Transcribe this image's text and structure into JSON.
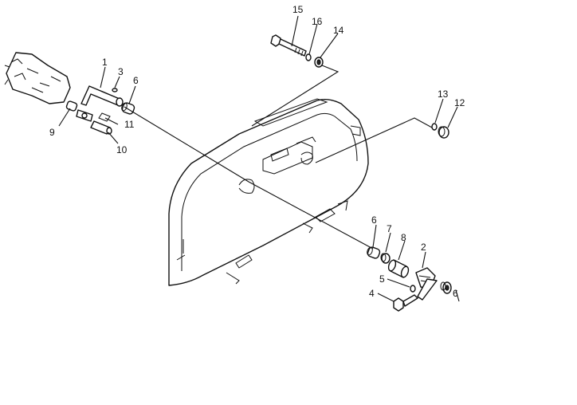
{
  "callouts": [
    {
      "id": "c1",
      "text": "1"
    },
    {
      "id": "c3",
      "text": "3"
    },
    {
      "id": "c6a",
      "text": "6"
    },
    {
      "id": "c9",
      "text": "9"
    },
    {
      "id": "c11",
      "text": "11"
    },
    {
      "id": "c10",
      "text": "10"
    },
    {
      "id": "c15",
      "text": "15"
    },
    {
      "id": "c16",
      "text": "16"
    },
    {
      "id": "c14",
      "text": "14"
    },
    {
      "id": "c13",
      "text": "13"
    },
    {
      "id": "c12",
      "text": "12"
    },
    {
      "id": "c6b",
      "text": "6"
    },
    {
      "id": "c7",
      "text": "7"
    },
    {
      "id": "c8",
      "text": "8"
    },
    {
      "id": "c2",
      "text": "2"
    },
    {
      "id": "c5",
      "text": "5"
    },
    {
      "id": "c4",
      "text": "4"
    },
    {
      "id": "c6c",
      "text": "6"
    }
  ]
}
